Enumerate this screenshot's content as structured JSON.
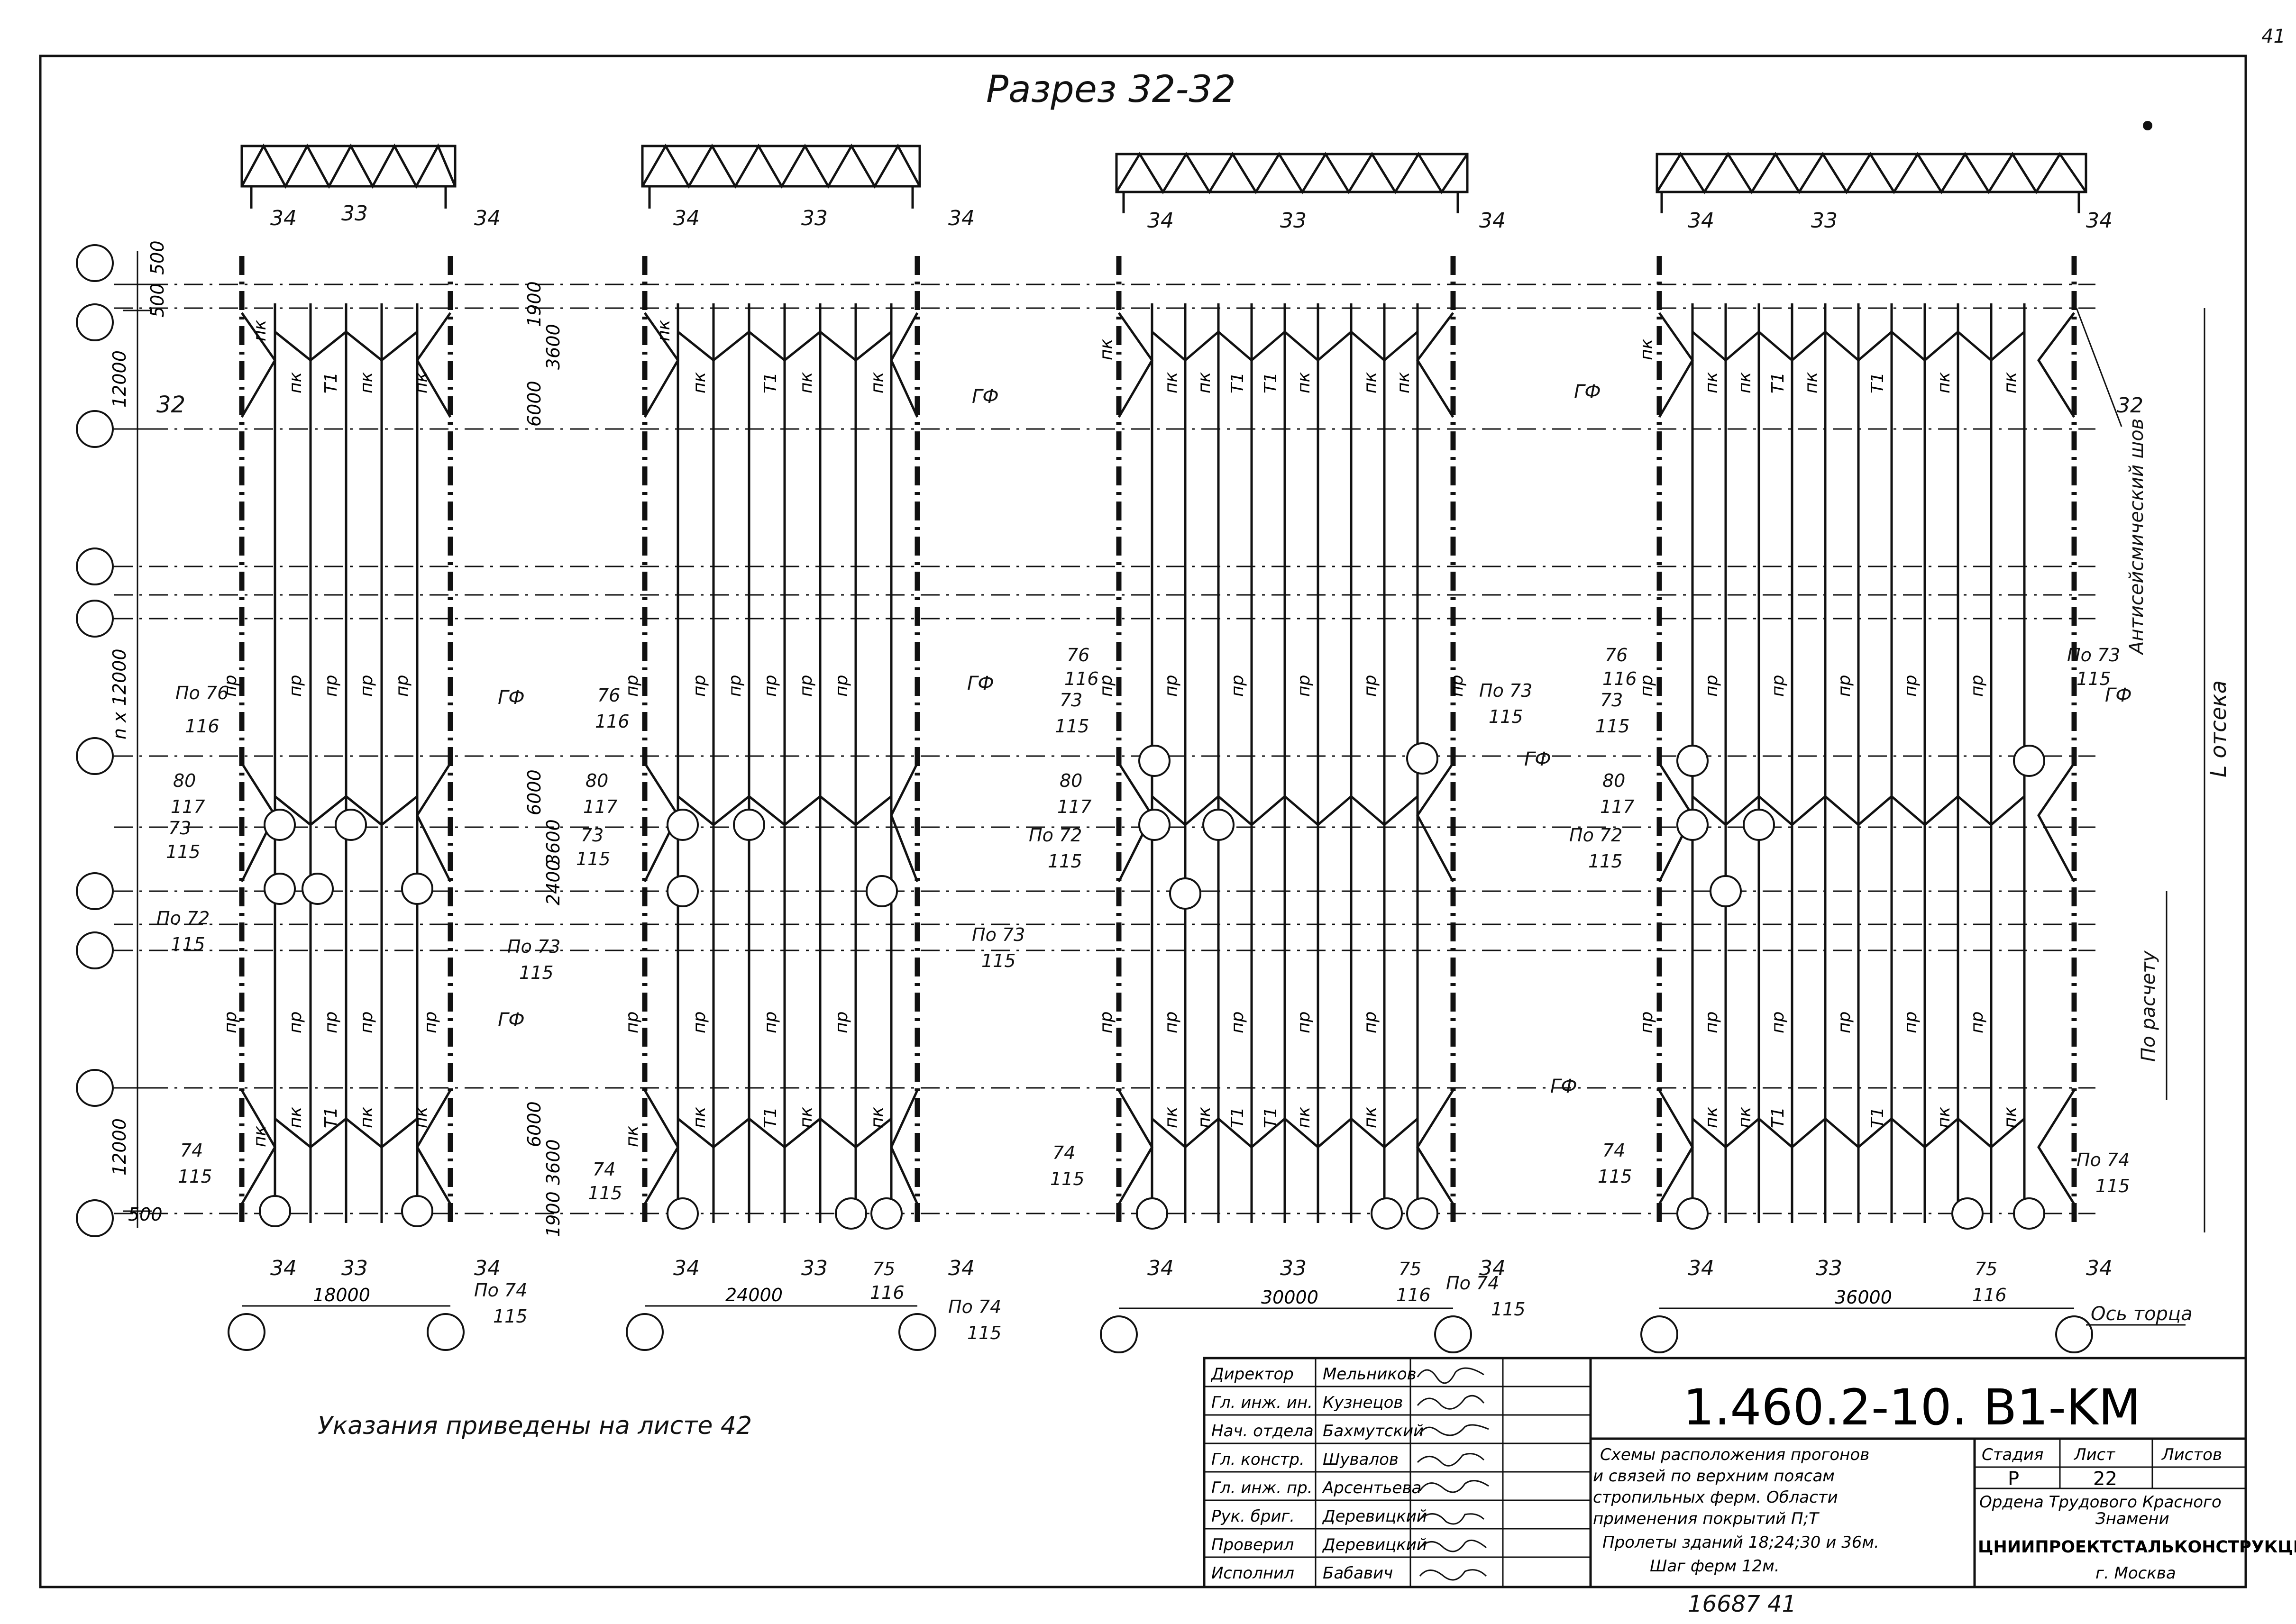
{
  "section_title": "Разрез 32-32",
  "section_mark": "32",
  "schemes": [
    {
      "span": "18000"
    },
    {
      "span": "24000"
    },
    {
      "span": "30000"
    },
    {
      "span": "36000"
    }
  ],
  "section_labels": {
    "s34": "34",
    "s33": "33"
  },
  "member_labels": {
    "pk": "пк",
    "pr": "пр",
    "t1": "Т1",
    "gf": "ГФ"
  },
  "left_dims": [
    "500",
    "500",
    "12000",
    "n x 12000",
    "12000",
    "500"
  ],
  "inner_dims": [
    "1900",
    "3600",
    "6000",
    "6000",
    "3600",
    "2400",
    "6000",
    "3600",
    "1900"
  ],
  "node_refs": [
    {
      "top": "По 76",
      "bottom": "116"
    },
    {
      "top": "76",
      "bottom": "116"
    },
    {
      "top": "80",
      "bottom": "117"
    },
    {
      "top": "73",
      "bottom": "115"
    },
    {
      "top": "По 72",
      "bottom": "115"
    },
    {
      "top": "По 73",
      "bottom": "115"
    },
    {
      "top": "74",
      "bottom": "115"
    },
    {
      "top": "По 74",
      "bottom": "115"
    },
    {
      "top": "75",
      "bottom": "116"
    }
  ],
  "right_notes": {
    "seam": "Антисейсмический шов",
    "length": "L отсека",
    "calc": "По расчету",
    "end_axis": "Ось торца"
  },
  "note": "Указания приведены на листе 42",
  "title_block": {
    "code": "1.460.2-10. B1-KM",
    "description": [
      "Схемы расположения прогонов",
      "и связей по верхним поясам",
      "стропильных ферм. Области",
      "применения покрытий П;Т",
      "Пролеты зданий 18;24;30 и 36м.",
      "Шаг ферм 12м."
    ],
    "stage_label": "Стадия",
    "sheet_label": "Лист",
    "sheets_label": "Листов",
    "stage": "Р",
    "sheet": "22",
    "org_line1": "Ордена Трудового Красного",
    "org_line2": "Знамени",
    "org_name": "ЦНИИПРОЕКТСТАЛЬКОНСТРУКЦИЯ",
    "org_city": "г. Москва",
    "staff": [
      {
        "role": "Директор",
        "name": "Мельников"
      },
      {
        "role": "Гл. инж. ин.",
        "name": "Кузнецов"
      },
      {
        "role": "Нач. отдела",
        "name": "Бахмутский"
      },
      {
        "role": "Гл. констр.",
        "name": "Шувалов"
      },
      {
        "role": "Гл. инж. пр.",
        "name": "Арсентьева"
      },
      {
        "role": "Рук. бриг.",
        "name": "Деревицкий"
      },
      {
        "role": "Проверил",
        "name": "Деревицкий"
      },
      {
        "role": "Исполнил",
        "name": "Бабавич"
      }
    ]
  },
  "archive_no": "16687  41",
  "corner_mark": "41"
}
